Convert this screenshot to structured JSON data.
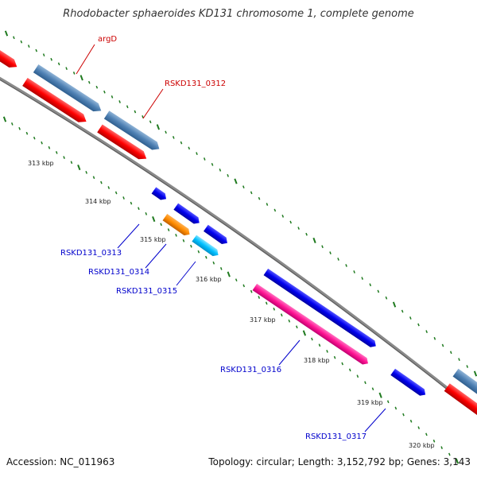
{
  "title": "Rhodobacter sphaeroides KD131 chromosome 1, complete genome",
  "footer": {
    "accession": "Accession: NC_011963",
    "summary": "Topology: circular; Length: 3,152,792 bp; Genes: 3,143"
  },
  "colors": {
    "backbone": "#8a8a8a",
    "tick": "#1f7a1f",
    "forward_label": "#cc0000",
    "reverse_label": "#0000cc"
  },
  "ticks": [
    "313 kbp",
    "314 kbp",
    "315 kbp",
    "316 kbp",
    "317 kbp",
    "318 kbp",
    "319 kbp",
    "320 kbp"
  ],
  "genes": [
    {
      "label": "argD",
      "color": "#ff0000",
      "strand": "forward"
    },
    {
      "label": "RSKD131_0312",
      "color": "#ff0000",
      "strand": "forward"
    },
    {
      "label": "RSKD131_0313",
      "color": "#0000ff",
      "strand": "reverse"
    },
    {
      "label": "RSKD131_0314",
      "color": "#ff8c00",
      "strand": "reverse"
    },
    {
      "label": "RSKD131_0315",
      "color": "#00bfff",
      "strand": "reverse"
    },
    {
      "label": "RSKD131_0316",
      "color": "#ff1493",
      "strand": "reverse"
    },
    {
      "label": "RSKD131_0317",
      "color": "#0000ff",
      "strand": "reverse"
    }
  ]
}
